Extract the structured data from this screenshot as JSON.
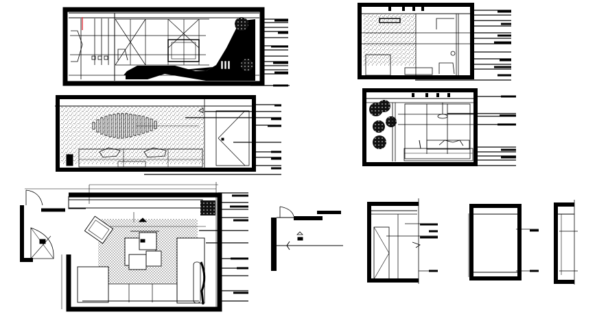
{
  "drawing": {
    "type": "architectural CAD sheet",
    "background": "#ffffff",
    "line_color": "#000000",
    "accent_color": "#e0303a",
    "views": [
      {
        "id": "elevation-a",
        "kind": "interior elevation",
        "description": "Living room wall elevation with wood panelling, TV niche and large tree silhouette"
      },
      {
        "id": "elevation-b",
        "kind": "interior elevation",
        "description": "Elevation with textured stone wall, shelving and armchair"
      },
      {
        "id": "elevation-c",
        "kind": "interior elevation",
        "description": "Sofa wall elevation with textured wall and slatted leaf-shaped art panel, door on right"
      },
      {
        "id": "elevation-d",
        "kind": "interior elevation",
        "description": "Window wall elevation with tree, pendant lamp and sofa"
      },
      {
        "id": "floor-plan",
        "kind": "furniture layout plan",
        "description": "Living room plan with sectional sofa, armchair, rug, coffee tables and entry door"
      },
      {
        "id": "detail-1",
        "kind": "plan detail",
        "description": "Entry door corner detail"
      },
      {
        "id": "section-1",
        "kind": "section",
        "description": "Wall section with door opening"
      },
      {
        "id": "section-2",
        "kind": "section",
        "description": "Wall section"
      },
      {
        "id": "section-3",
        "kind": "section",
        "description": "Narrow wall section"
      }
    ],
    "annotations_legible": false
  }
}
